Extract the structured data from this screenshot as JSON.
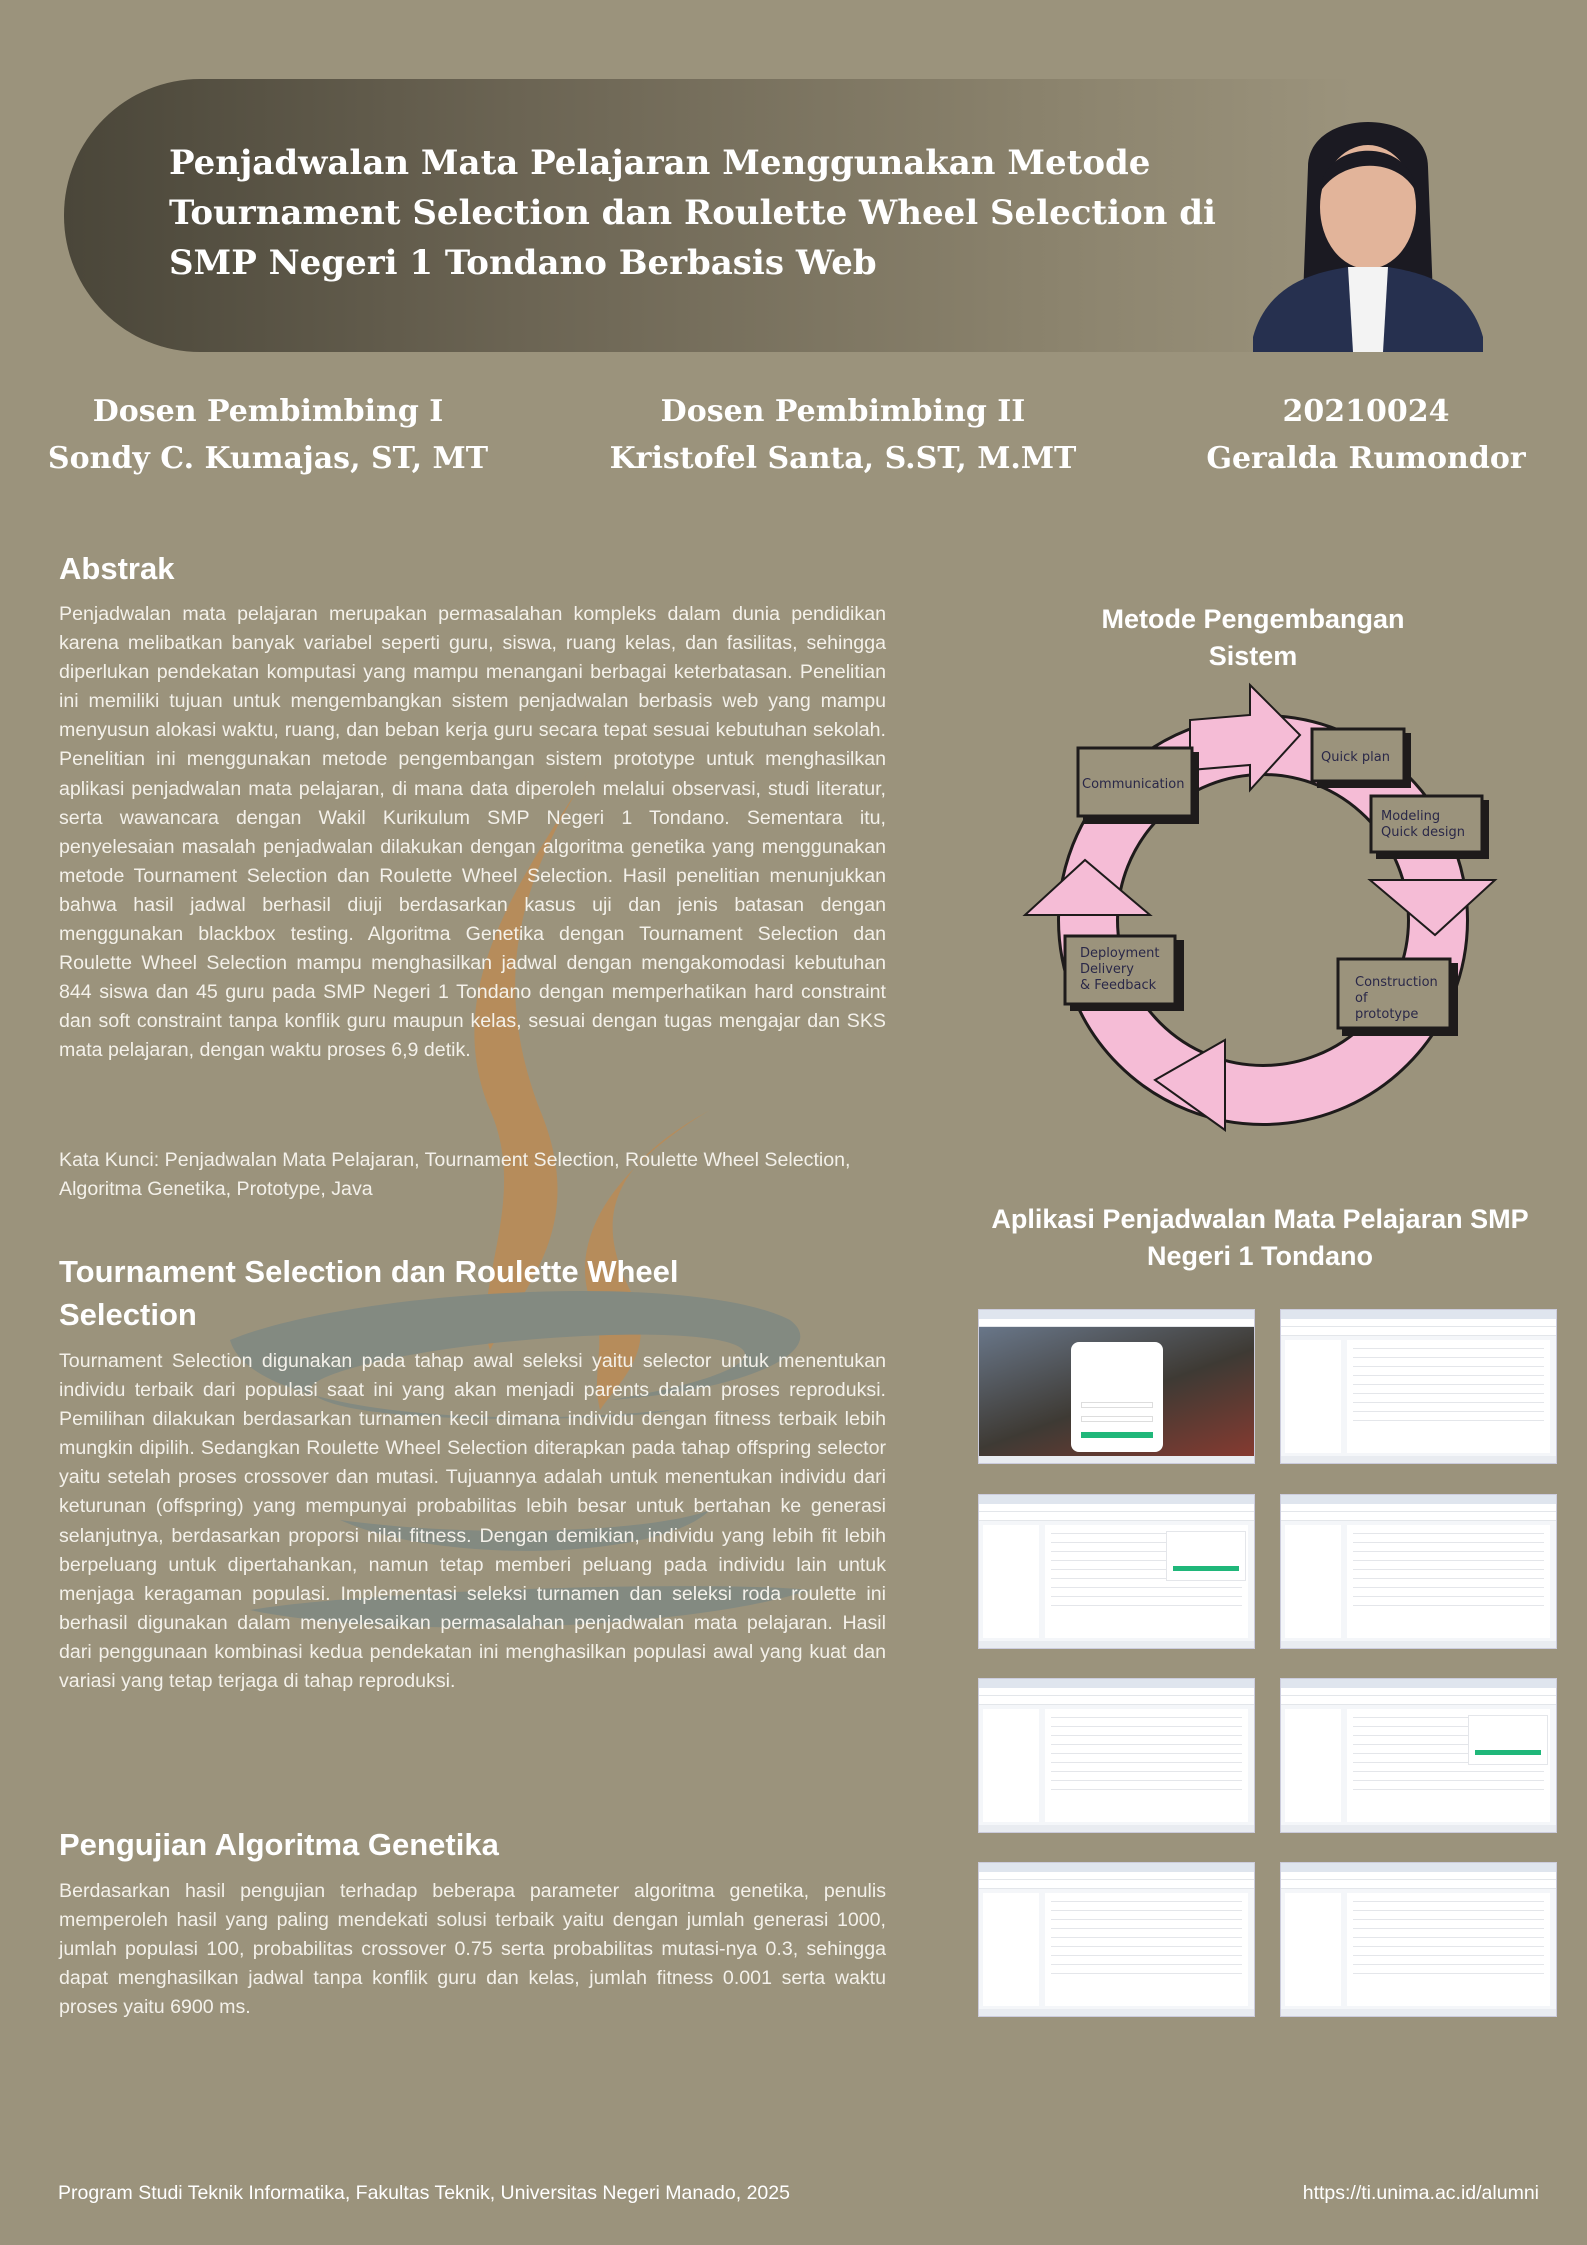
{
  "header": {
    "title": "Penjadwalan Mata Pelajaran Menggunakan Metode Tournament Selection dan Roulette Wheel Selection di SMP Negeri 1 Tondano Berbasis Web"
  },
  "supervisors": [
    {
      "role": "Dosen Pembimbing I",
      "name": "Sondy C. Kumajas, ST, MT"
    },
    {
      "role": "Dosen Pembimbing II",
      "name": "Kristofel Santa, S.ST, M.MT"
    },
    {
      "role": "20210024",
      "name": "Geralda Rumondor"
    }
  ],
  "abstract": {
    "heading": "Abstrak",
    "body": "Penjadwalan mata pelajaran merupakan permasalahan kompleks dalam dunia pendidikan karena melibatkan banyak variabel seperti guru, siswa, ruang kelas, dan fasilitas, sehingga diperlukan pendekatan komputasi yang mampu menangani berbagai keterbatasan. Penelitian ini memiliki tujuan untuk mengembangkan sistem penjadwalan berbasis web yang mampu menyusun alokasi waktu, ruang, dan beban kerja guru secara tepat sesuai kebutuhan sekolah. Penelitian ini menggunakan metode pengembangan sistem prototype untuk menghasilkan aplikasi penjadwalan mata pelajaran, di mana data diperoleh melalui observasi, studi literatur, serta wawancara dengan Wakil Kurikulum SMP Negeri 1 Tondano. Sementara itu, penyelesaian masalah penjadwalan dilakukan dengan algoritma genetika yang menggunakan metode Tournament Selection dan Roulette Wheel Selection. Hasil penelitian menunjukkan bahwa hasil jadwal berhasil diuji berdasarkan kasus uji dan jenis batasan dengan menggunakan blackbox testing. Algoritma Genetika dengan Tournament Selection dan Roulette Wheel Selection mampu menghasilkan jadwal dengan mengakomodasi kebutuhan 844 siswa dan 45 guru pada SMP Negeri 1 Tondano dengan memperhatikan hard constraint dan soft constraint tanpa konflik guru maupun kelas, sesuai dengan tugas mengajar dan SKS mata pelajaran, dengan waktu proses 6,9 detik.",
    "keywords": "Kata Kunci: Penjadwalan Mata Pelajaran, Tournament Selection, Roulette Wheel Selection, Algoritma Genetika, Prototype, Java"
  },
  "tournament": {
    "heading": "Tournament Selection dan Roulette Wheel Selection",
    "body": "Tournament Selection digunakan pada tahap awal seleksi yaitu selector untuk menentukan individu terbaik dari populasi saat ini yang akan menjadi parents dalam proses reproduksi. Pemilihan dilakukan berdasarkan turnamen kecil dimana individu dengan fitness terbaik lebih mungkin dipilih. Sedangkan Roulette Wheel Selection diterapkan pada tahap offspring selector yaitu setelah proses crossover dan mutasi. Tujuannya adalah untuk menentukan individu dari keturunan (offspring) yang mempunyai probabilitas lebih besar untuk bertahan ke generasi selanjutnya, berdasarkan proporsi nilai fitness. Dengan demikian, individu yang lebih fit lebih berpeluang untuk dipertahankan, namun tetap memberi peluang pada individu lain untuk menjaga keragaman populasi. Implementasi seleksi turnamen dan seleksi roda roulette ini berhasil digunakan dalam menyelesaikan permasalahan penjadwalan mata pelajaran. Hasil dari penggunaan kombinasi kedua pendekatan ini menghasilkan populasi awal yang kuat dan variasi yang tetap terjaga di tahap reproduksi."
  },
  "testing": {
    "heading": "Pengujian Algoritma Genetika",
    "body": "Berdasarkan hasil pengujian terhadap beberapa parameter algoritma genetika, penulis memperoleh hasil yang paling mendekati solusi terbaik yaitu dengan jumlah generasi 1000, jumlah populasi 100, probabilitas crossover 0.75 serta probabilitas mutasi-nya 0.3, sehingga dapat menghasilkan jadwal tanpa konflik guru dan kelas, jumlah fitness 0.001 serta waktu proses yaitu 6900 ms."
  },
  "method": {
    "title": "Metode Pengembangan Sistem",
    "steps": [
      "Communication",
      "Quick plan",
      "Modeling Quick design",
      "Construction of prototype",
      "Deployment Delivery & Feedback"
    ]
  },
  "app": {
    "title": "Aplikasi Penjadwalan Mata Pelajaran SMP Negeri 1 Tondano"
  },
  "footer": {
    "left": "Program Studi Teknik Informatika, Fakultas Teknik, Universitas Negeri Manado, 2025",
    "right": "https://ti.unima.ac.id/alumni"
  },
  "colors": {
    "background": "#9b937c",
    "arrow": "#f5bcd6",
    "accent": "#20b77a"
  }
}
